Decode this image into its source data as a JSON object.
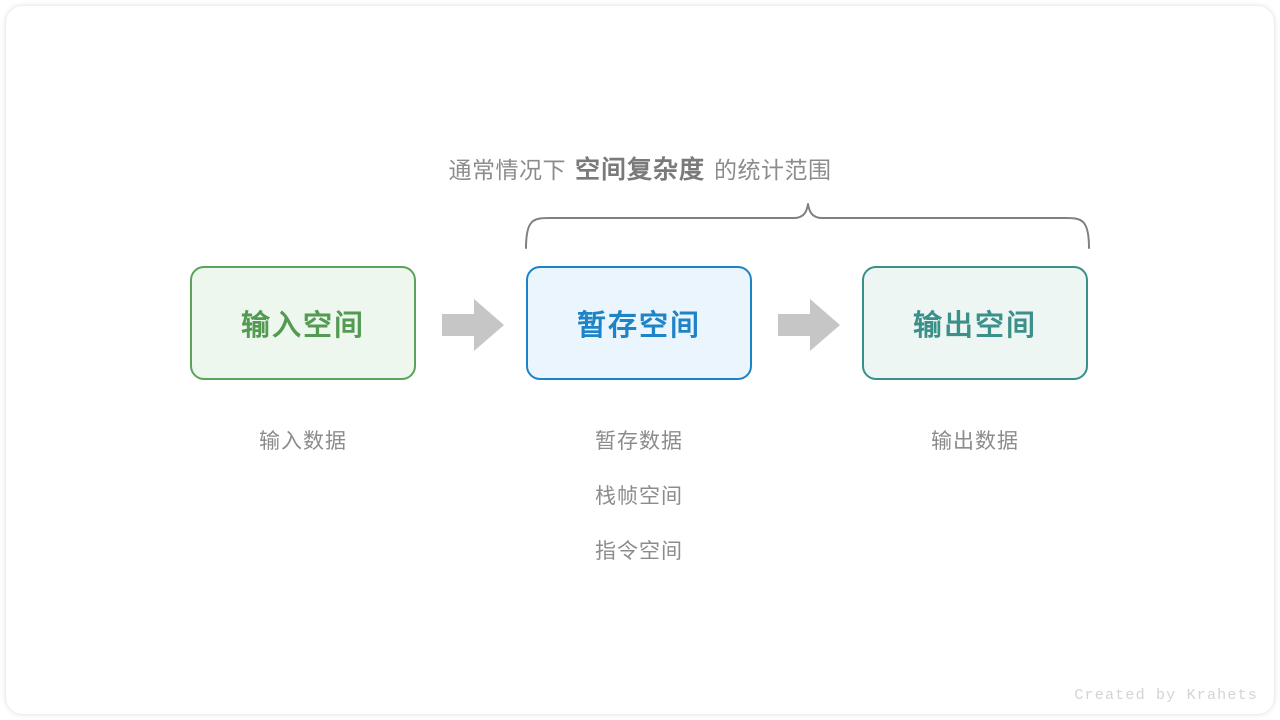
{
  "heading": {
    "prefix": "通常情况下",
    "highlight": "空间复杂度",
    "suffix": "的统计范围"
  },
  "boxes": [
    {
      "key": "input",
      "label": "输入空间",
      "border_color": "#5ba35b",
      "fill_color": "#eef7ee",
      "text_color": "#539a53"
    },
    {
      "key": "temp",
      "label": "暂存空间",
      "border_color": "#1c84c6",
      "fill_color": "#eaf5fd",
      "text_color": "#1f84c7"
    },
    {
      "key": "output",
      "label": "输出空间",
      "border_color": "#389089",
      "fill_color": "#eef6f4",
      "text_color": "#3b908a"
    }
  ],
  "arrows": [
    {
      "key": "input-to-temp",
      "direction": "right",
      "color": "#c6c6c6"
    },
    {
      "key": "temp-to-output",
      "direction": "right",
      "color": "#c6c6c6"
    }
  ],
  "captions": {
    "input": [
      "输入数据"
    ],
    "temp": [
      "暂存数据",
      "栈帧空间",
      "指令空间"
    ],
    "output": [
      "输出数据"
    ]
  },
  "brace": {
    "color": "#808080",
    "spans_boxes": [
      "temp",
      "output"
    ]
  },
  "credit": "Created by Krahets",
  "colors": {
    "background": "#ffffff",
    "muted_text": "#8c8c8c",
    "credit_text": "#d4d4d4"
  }
}
